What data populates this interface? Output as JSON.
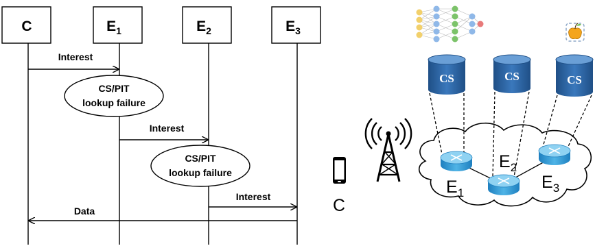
{
  "sequence": {
    "nodes": [
      {
        "label": "C",
        "sub": ""
      },
      {
        "label": "E",
        "sub": "1"
      },
      {
        "label": "E",
        "sub": "2"
      },
      {
        "label": "E",
        "sub": "3"
      }
    ],
    "messages": [
      {
        "label": "Interest"
      },
      {
        "label": "Interest"
      },
      {
        "label": "Interest"
      },
      {
        "label": "Data"
      }
    ],
    "failures": [
      {
        "line1": "CS/PIT",
        "line2": "lookup failure"
      },
      {
        "line1": "CS/PIT",
        "line2": "lookup failure"
      }
    ]
  },
  "topology": {
    "cs_label": "CS",
    "client_label": "C",
    "routers": [
      {
        "label": "E",
        "sub": "1"
      },
      {
        "label": "E",
        "sub": "2"
      },
      {
        "label": "E",
        "sub": "3"
      }
    ],
    "icons": [
      "neural-network-icon",
      "apple-icon",
      "cell-tower-icon",
      "smartphone-icon"
    ]
  },
  "colors": {
    "cs_fill": "#2e6aa9",
    "cs_top": "#5b8fc7",
    "router_fill": "#3aa0d8",
    "router_top": "#7cc6ec",
    "nn_blue": "#8fb8e8",
    "nn_yellow": "#f2d06b",
    "nn_green": "#7cc36a",
    "nn_red": "#e87a7a"
  }
}
